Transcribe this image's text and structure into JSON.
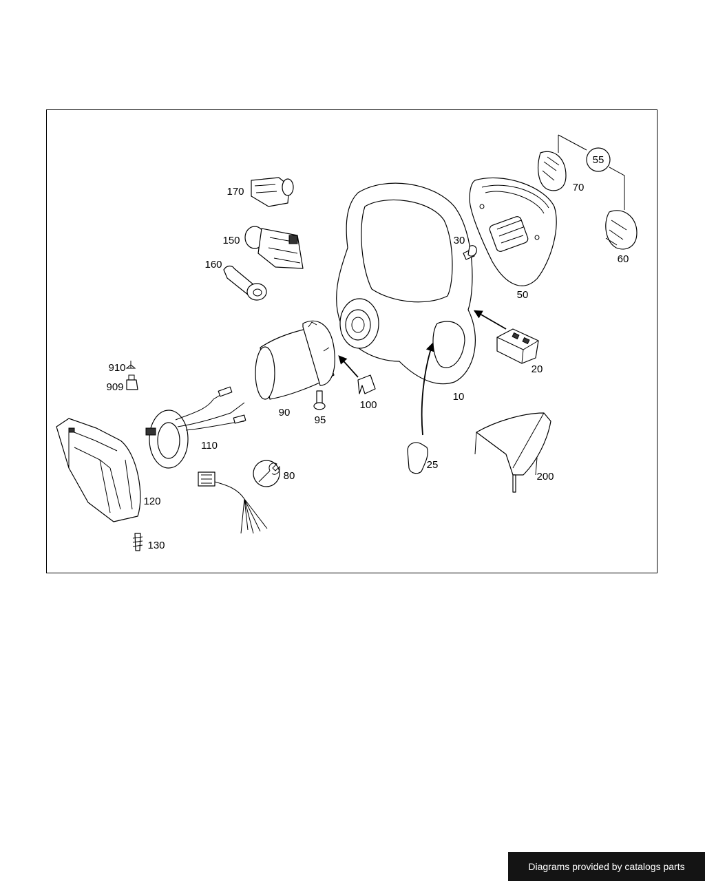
{
  "diagram": {
    "callouts": {
      "p10": "10",
      "p20": "20",
      "p25": "25",
      "p30": "30",
      "p50": "50",
      "p55": "55",
      "p60": "60",
      "p70": "70",
      "p80": "80",
      "p90": "90",
      "p95": "95",
      "p100": "100",
      "p110": "110",
      "p120": "120",
      "p130": "130",
      "p150": "150",
      "p160": "160",
      "p170": "170",
      "p200": "200",
      "p909": "909",
      "p910": "910"
    }
  },
  "footer": {
    "credit": "Diagrams provided by catalogs parts"
  },
  "colors": {
    "line": "#000000",
    "background": "#ffffff",
    "badge": "#141414"
  }
}
